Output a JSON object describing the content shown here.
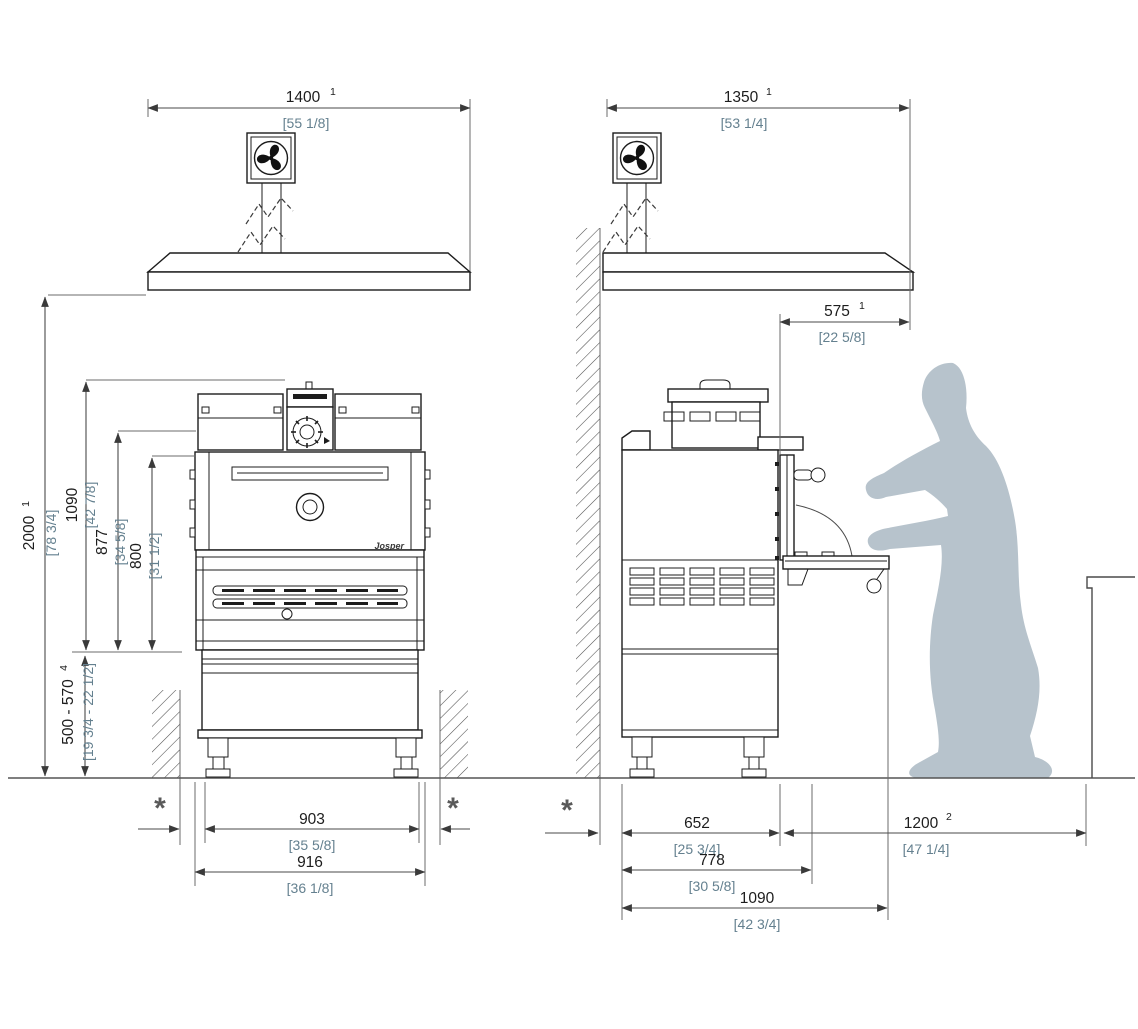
{
  "diagram_title": "Charcoal oven installation drawing — front and side elevations",
  "brand": {
    "logo": "Josper"
  },
  "colors": {
    "imperial": "#64808f",
    "silhouette": "#b7c3cc",
    "line": "#1c1c1c",
    "dim": "#4a4a4a"
  },
  "front_view": {
    "gap_marker": "*",
    "dims": {
      "hood_width": {
        "mm": "1400",
        "note": "1",
        "inch": "[55 1/8]"
      },
      "overall_height": {
        "mm": "2000",
        "note": "1",
        "inch": "[78 3/4]"
      },
      "height_1090": {
        "mm": "1090",
        "inch": "[42 7/8]"
      },
      "height_877": {
        "mm": "877",
        "inch": "[34 5/8]"
      },
      "height_800": {
        "mm": "800",
        "inch": "[31 1/2]"
      },
      "base_height": {
        "mm": "500 - 570",
        "note": "4",
        "inch": "[19 3/4 - 22 1/2]"
      },
      "width_903": {
        "mm": "903",
        "inch": "[35 5/8]"
      },
      "width_916": {
        "mm": "916",
        "inch": "[36 1/8]"
      }
    }
  },
  "side_view": {
    "gap_marker": "*",
    "dims": {
      "hood_depth": {
        "mm": "1350",
        "note": "1",
        "inch": "[53 1/4]"
      },
      "front_clearance": {
        "mm": "575",
        "note": "1",
        "inch": "[22 5/8]"
      },
      "depth_652": {
        "mm": "652",
        "inch": "[25 3/4]"
      },
      "depth_778": {
        "mm": "778",
        "inch": "[30 5/8]"
      },
      "depth_1090": {
        "mm": "1090",
        "inch": "[42 3/4]"
      },
      "work_clearance": {
        "mm": "1200",
        "note": "2",
        "inch": "[47 1/4]"
      }
    }
  }
}
